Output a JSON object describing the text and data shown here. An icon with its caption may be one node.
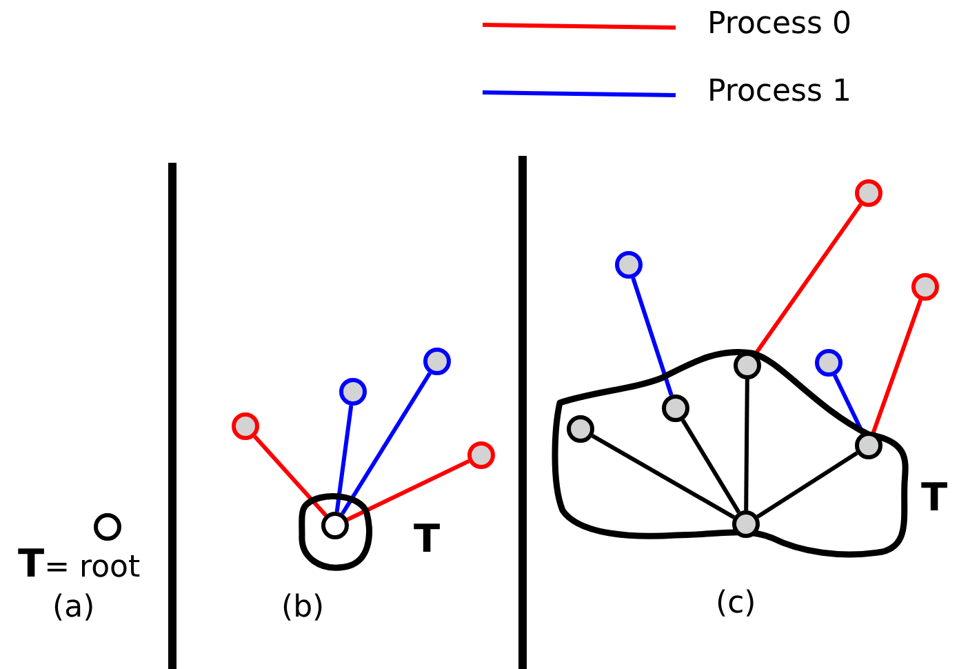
{
  "diagram": {
    "nodes": [
      {
        "text": [],
        "shape": "circle"
      },
      {
        "text": [
          "T"
        ]
      },
      {
        "text": [],
        "shape": "circle",
        "in": 1
      },
      {
        "text": [],
        "shape": "circle"
      },
      {
        "text": [],
        "shape": "circle"
      },
      {
        "text": [],
        "shape": "circle"
      },
      {
        "text": [],
        "shape": "circle"
      },
      {
        "text": [
          "T"
        ]
      },
      {
        "text": [],
        "shape": "circle",
        "in": 7
      },
      {
        "text": [],
        "shape": "circle",
        "in": 7
      },
      {
        "text": [],
        "shape": "circle",
        "in": 7
      },
      {
        "text": [],
        "shape": "circle",
        "in": 7
      },
      {
        "text": [],
        "shape": "circle",
        "in": 7
      },
      {
        "text": [],
        "shape": "circle"
      },
      {
        "text": [],
        "shape": "circle"
      },
      {
        "text": [],
        "shape": "circle"
      },
      {
        "text": [],
        "shape": "circle"
      }
    ],
    "edges": [
      {
        "from": 2,
        "to": 3,
        "arrow": "none",
        "color": "#ff0000"
      },
      {
        "from": 2,
        "to": 4,
        "arrow": "none",
        "color": "#0000ff"
      },
      {
        "from": 2,
        "to": 5,
        "arrow": "none",
        "color": "#0000ff"
      },
      {
        "from": 2,
        "to": 6,
        "arrow": "none",
        "color": "#ff0000"
      },
      {
        "from": 12,
        "to": 8,
        "arrow": "none",
        "color": "#000000"
      },
      {
        "from": 12,
        "to": 9,
        "arrow": "none",
        "color": "#000000"
      },
      {
        "from": 12,
        "to": 10,
        "arrow": "none",
        "color": "#000000"
      },
      {
        "from": 12,
        "to": 11,
        "arrow": "none",
        "color": "#000000"
      },
      {
        "from": 9,
        "to": 13,
        "arrow": "none",
        "color": "#0000ff"
      },
      {
        "from": 10,
        "to": 14,
        "arrow": "none",
        "color": "#ff0000"
      },
      {
        "from": 11,
        "to": 15,
        "arrow": "none",
        "color": "#0000ff"
      },
      {
        "from": 11,
        "to": 16,
        "arrow": "none",
        "color": "#ff0000"
      }
    ],
    "labels": [
      "**T**= root",
      "(a)",
      "(b)",
      "(c)"
    ],
    "legend": [
      {
        "text": "Process 0"
      },
      {
        "text": "Process 1"
      }
    ]
  }
}
